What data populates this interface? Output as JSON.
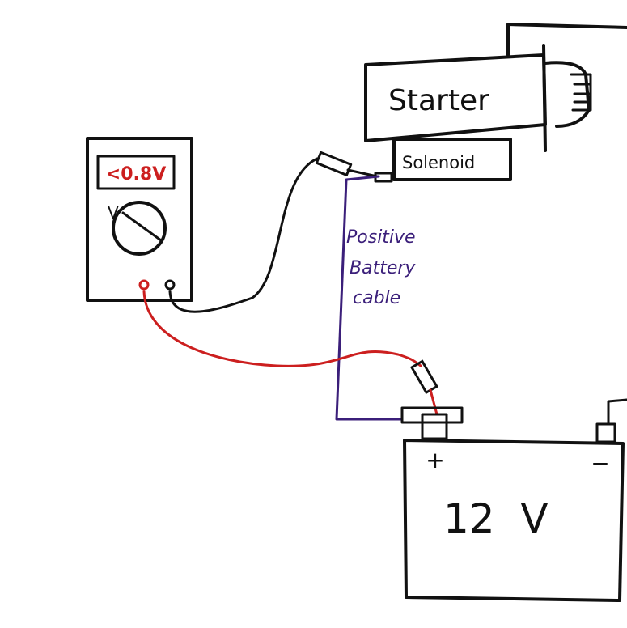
{
  "meter": {
    "reading": "<0.8V",
    "mode": "V"
  },
  "starter": {
    "label": "Starter"
  },
  "solenoid": {
    "label": "Solenoid"
  },
  "cable": {
    "line1": "Positive",
    "line2": "Battery",
    "line3": "cable"
  },
  "battery": {
    "voltage": "12  V",
    "positive": "+",
    "negative": "−"
  },
  "colors": {
    "ink": "#111111",
    "red_lead": "#cc1f1f",
    "purple_cable": "#3b1f7a",
    "paper": "#ffffff"
  }
}
